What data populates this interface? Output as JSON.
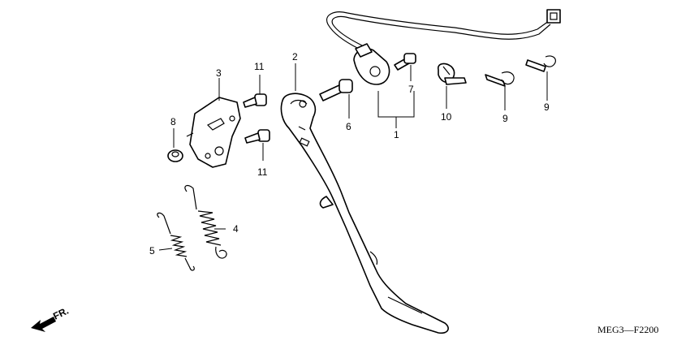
{
  "callouts": {
    "c1": "1",
    "c2": "2",
    "c3": "3",
    "c4": "4",
    "c5": "5",
    "c6": "6",
    "c7": "7",
    "c8": "8",
    "c9a": "9",
    "c9b": "9",
    "c10": "10",
    "c11a": "11",
    "c11b": "11"
  },
  "direction_label": "FR.",
  "diagram_code": "MEG3—F2200"
}
